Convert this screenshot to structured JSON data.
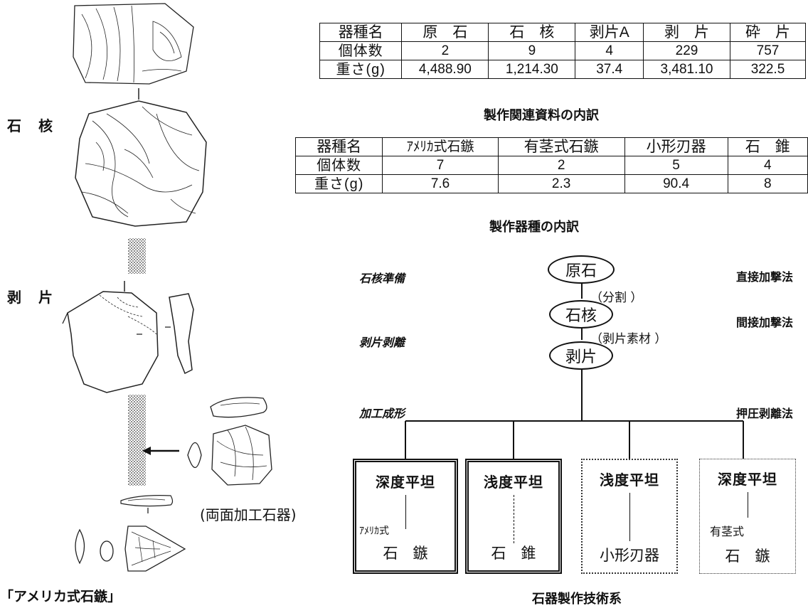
{
  "left_labels": {
    "core": "石　核",
    "flake": "剥　片",
    "biface": "(両面加工石器)",
    "arrowhead": "「アメリカ式石鏃」"
  },
  "table1": {
    "headers": [
      "器種名",
      "原　石",
      "石　核",
      "剥片A",
      "剥　片",
      "砕　片"
    ],
    "rows": [
      [
        "個体数",
        "2",
        "9",
        "4",
        "229",
        "757"
      ],
      [
        "重さ(g)",
        "4,488.90",
        "1,214.30",
        "37.4",
        "3,481.10",
        "322.5"
      ]
    ],
    "caption": "製作関連資料の内訳"
  },
  "table2": {
    "headers": [
      "器種名",
      "ｱﾒﾘｶ式石鏃",
      "有茎式石鏃",
      "小形刃器",
      "石　錐"
    ],
    "rows": [
      [
        "個体数",
        "7",
        "2",
        "5",
        "4"
      ],
      [
        "重さ(g)",
        "7.6",
        "2.3",
        "90.4",
        "8"
      ]
    ],
    "caption": "製作器種の内訳"
  },
  "flow": {
    "nodes": [
      "原石",
      "石核",
      "剥片"
    ],
    "notes": [
      "（分割 ）",
      "（剥片素材 ）"
    ],
    "stages": [
      "石核準備",
      "剥片剥離",
      "加工成形"
    ],
    "techniques": [
      "直接加撃法",
      "間接加撃法",
      "押圧剥離法"
    ],
    "boxes": [
      {
        "title": "深度平坦",
        "sub": "ｱﾒﾘｶ式",
        "bottom": "石　鏃"
      },
      {
        "title": "浅度平坦",
        "sub": "",
        "bottom": "石　錐"
      },
      {
        "title": "浅度平坦",
        "sub": "",
        "bottom": "小形刃器"
      },
      {
        "title": "深度平坦",
        "sub": "有茎式",
        "bottom": "石　鏃"
      }
    ],
    "caption": "石器製作技術系"
  }
}
